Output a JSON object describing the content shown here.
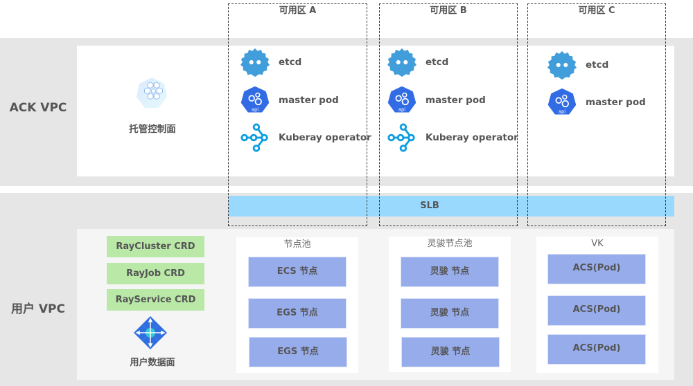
{
  "zones": [
    {
      "title": "可用区 A",
      "components": [
        {
          "icon": "etcd-icon",
          "label": "etcd"
        },
        {
          "icon": "kubernetes-api-icon",
          "label": "master pod"
        },
        {
          "icon": "kuberay-operator-icon",
          "label": "Kuberay operator"
        }
      ]
    },
    {
      "title": "可用区 B",
      "components": [
        {
          "icon": "etcd-icon",
          "label": "etcd"
        },
        {
          "icon": "kubernetes-api-icon",
          "label": "master pod"
        },
        {
          "icon": "kuberay-operator-icon",
          "label": "Kuberay operator"
        }
      ]
    },
    {
      "title": "可用区 C",
      "components": [
        {
          "icon": "etcd-icon",
          "label": "etcd"
        },
        {
          "icon": "kubernetes-api-icon",
          "label": "master pod"
        }
      ]
    }
  ],
  "ack_vpc": {
    "label": "ACK VPC",
    "control_plane": {
      "icon": "hexagon-cluster-icon",
      "label": "托管控制面"
    }
  },
  "slb": {
    "label": "SLB"
  },
  "user_vpc": {
    "label": "用户 VPC",
    "crds": [
      "RayCluster CRD",
      "RayJob CRD",
      "RayService CRD"
    ],
    "data_plane": {
      "icon": "network-diamond-icon",
      "label": "用户数据面"
    },
    "pools": [
      {
        "title": "节点池",
        "nodes": [
          "ECS 节点",
          "EGS 节点",
          "EGS 节点"
        ]
      },
      {
        "title": "灵骏节点池",
        "nodes": [
          "灵骏 节点",
          "灵骏 节点",
          "灵骏 节点"
        ]
      },
      {
        "title": "VK",
        "nodes": [
          "ACS(Pod)",
          "ACS(Pod)",
          "ACS(Pod)"
        ]
      }
    ]
  },
  "colors": {
    "band_gray": "#e6e6e6",
    "slb_blue": "#99d9fe",
    "crd_green": "#b9e8a7",
    "node_blue": "#97acea",
    "etcd_blue": "#419eda",
    "k8s_blue": "#326ce5",
    "kuberay_blue": "#0d9ee0"
  }
}
